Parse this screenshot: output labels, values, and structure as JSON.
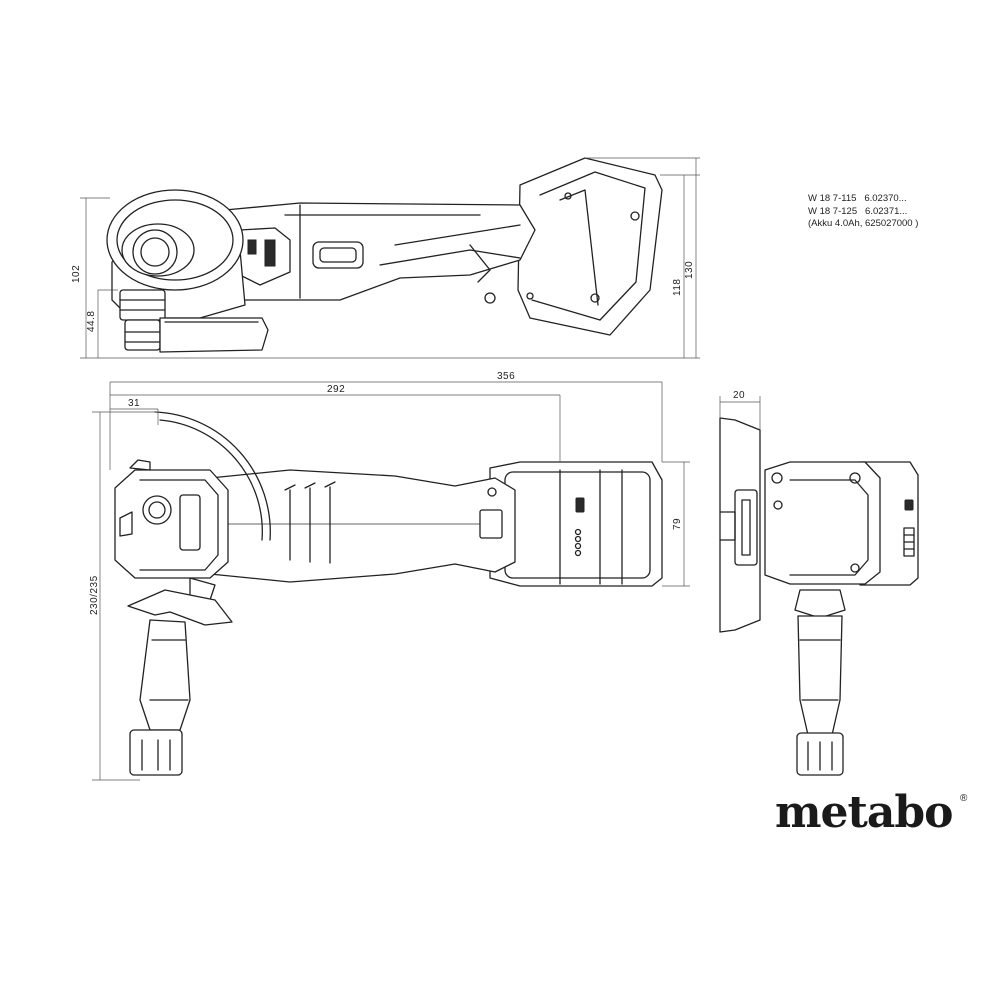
{
  "specs": {
    "line1_model": "W 18 7-115",
    "line1_code": "6.02370...",
    "line2_model": "W 18 7-125",
    "line2_code": "6.02371...",
    "line3": "(Akku 4.0Ah, 625027000 )"
  },
  "dimensions": {
    "side_total_height": "102",
    "side_spindle_height": "44.8",
    "side_battery_height": "118",
    "side_overall_height": "130",
    "top_total_length": "356",
    "top_body_length": "292",
    "top_guard_offset": "31",
    "top_width": "79",
    "top_handle_length": "230/235",
    "front_guard_offset": "20"
  },
  "brand": {
    "logo": "metabo",
    "registered": "®"
  }
}
